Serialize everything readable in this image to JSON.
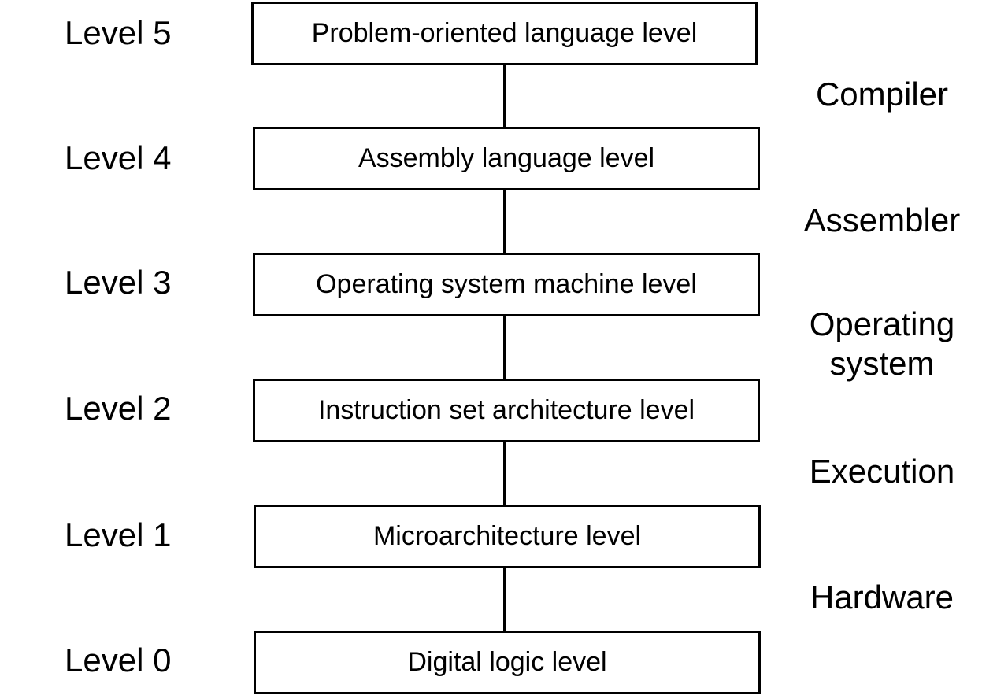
{
  "levels": [
    {
      "name": "Level 5",
      "box": "Problem-oriented language level"
    },
    {
      "name": "Level 4",
      "box": "Assembly language level"
    },
    {
      "name": "Level 3",
      "box": "Operating system machine level"
    },
    {
      "name": "Level 2",
      "box": "Instruction set architecture level"
    },
    {
      "name": "Level 1",
      "box": "Microarchitecture level"
    },
    {
      "name": "Level 0",
      "box": "Digital logic level"
    }
  ],
  "translations": [
    {
      "line1": "Compiler",
      "line2": ""
    },
    {
      "line1": "Assembler",
      "line2": ""
    },
    {
      "line1": "Operating",
      "line2": "system"
    },
    {
      "line1": "Execution",
      "line2": ""
    },
    {
      "line1": "Hardware",
      "line2": ""
    }
  ]
}
